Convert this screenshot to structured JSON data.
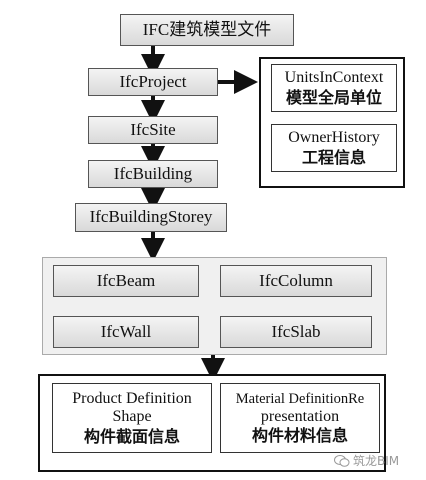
{
  "nodes": {
    "file": "IFC建筑模型文件",
    "project": "IfcProject",
    "site": "IfcSite",
    "building": "IfcBuilding",
    "storey": "IfcBuildingStorey",
    "beam": "IfcBeam",
    "column": "IfcColumn",
    "wall": "IfcWall",
    "slab": "IfcSlab"
  },
  "context": {
    "units_en": "UnitsInContext",
    "units_cn": "模型全局单位",
    "owner_en": "OwnerHistory",
    "owner_cn": "工程信息"
  },
  "definitions": {
    "product_en_1": "Product Definition",
    "product_en_2": "Shape",
    "product_cn": "构件截面信息",
    "material_en_1": "Material DefinitionRe",
    "material_en_2": "presentation",
    "material_cn": "构件材料信息"
  },
  "watermark": "筑龙BIM"
}
